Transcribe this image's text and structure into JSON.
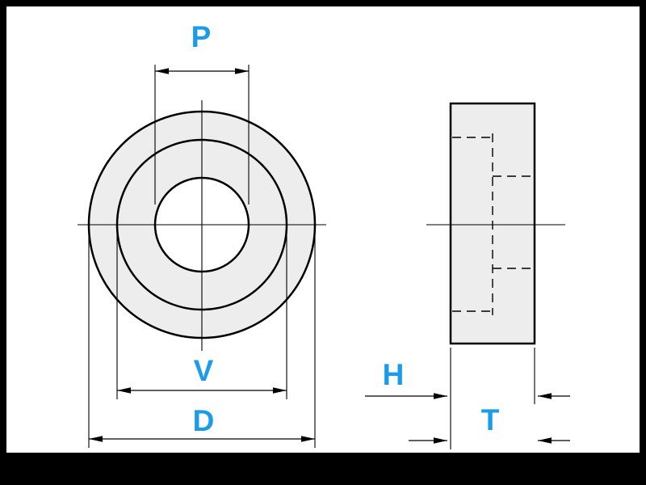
{
  "figure": {
    "labels": {
      "pilot_diameter": "P",
      "recess_diameter": "V",
      "outer_diameter": "D",
      "height": "H",
      "thickness": "T"
    },
    "colors": {
      "dimension_label": "#1b9ceb",
      "line": "#000000",
      "part_fill": "#ededed",
      "canvas": "#ffffff",
      "frame": "#000000"
    }
  }
}
